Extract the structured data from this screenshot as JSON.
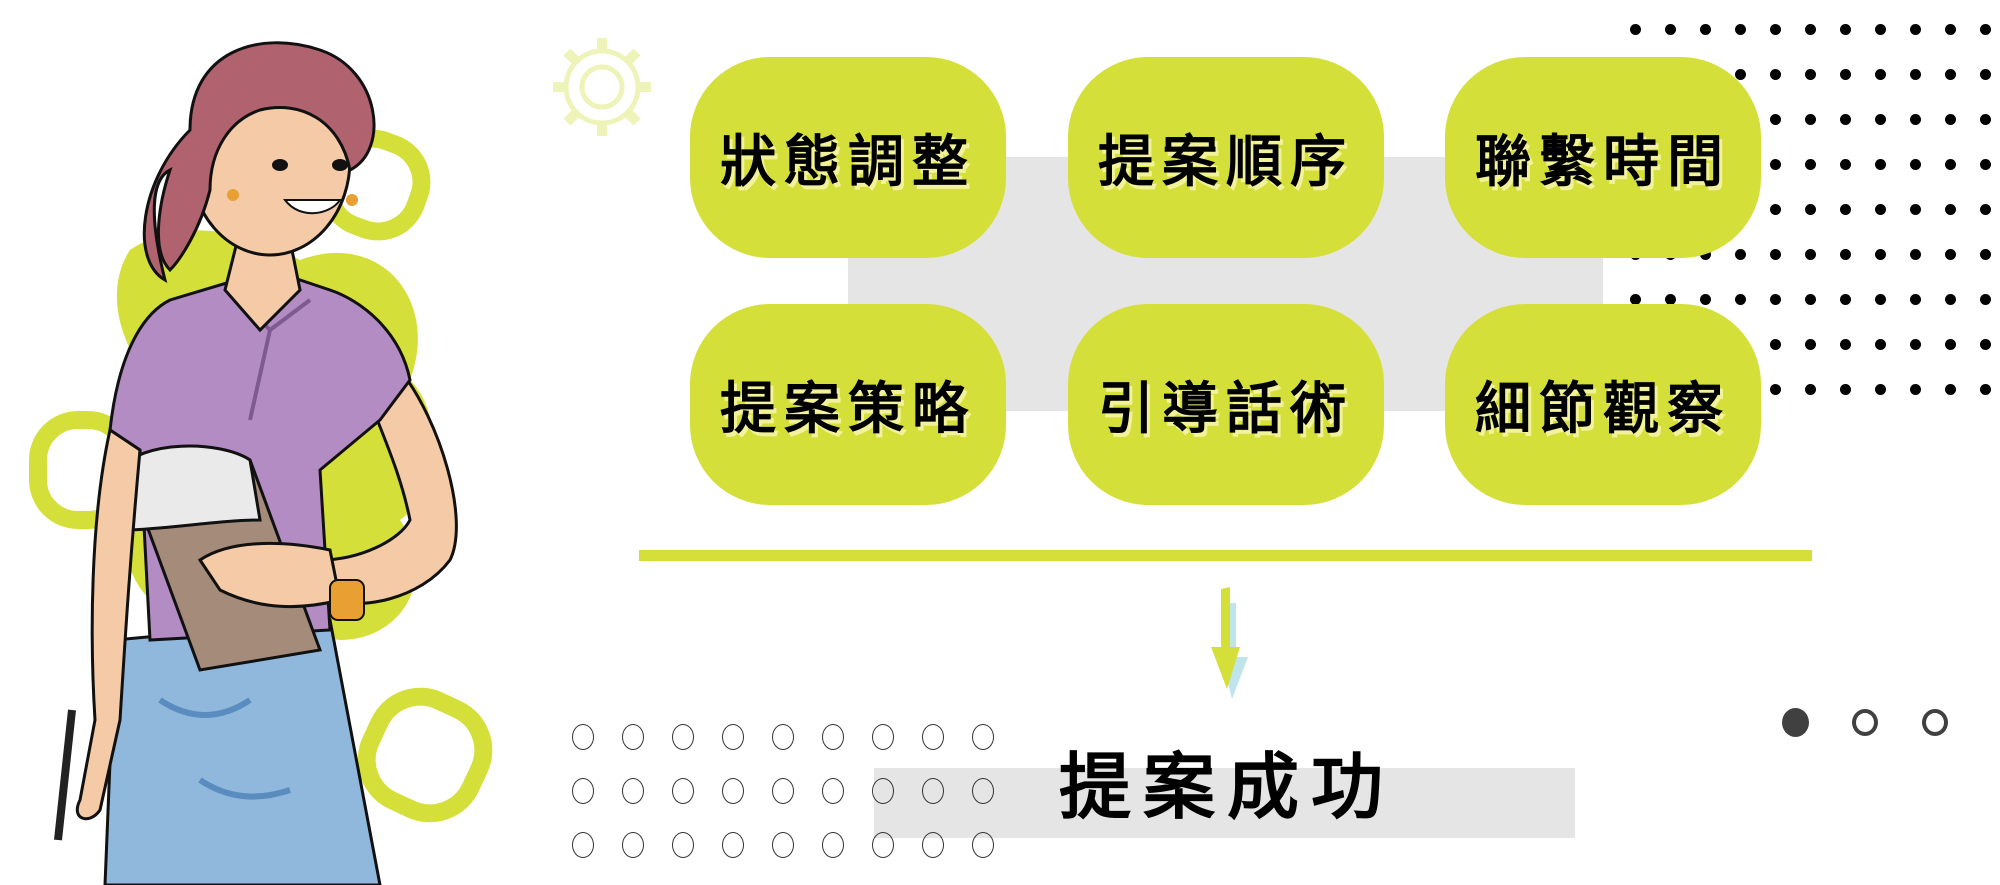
{
  "cards": [
    {
      "label": "狀態調整"
    },
    {
      "label": "提案順序"
    },
    {
      "label": "聯繫時間"
    },
    {
      "label": "提案策略"
    },
    {
      "label": "引導話術"
    },
    {
      "label": "細節觀察"
    }
  ],
  "result": {
    "label": "提案成功"
  },
  "colors": {
    "accent": "#d5df3a",
    "gray": "#e6e5e6",
    "arrow_shadow": "#bfe4ec",
    "dark": "#404040"
  },
  "pagination": {
    "total": 3,
    "active": 1
  }
}
